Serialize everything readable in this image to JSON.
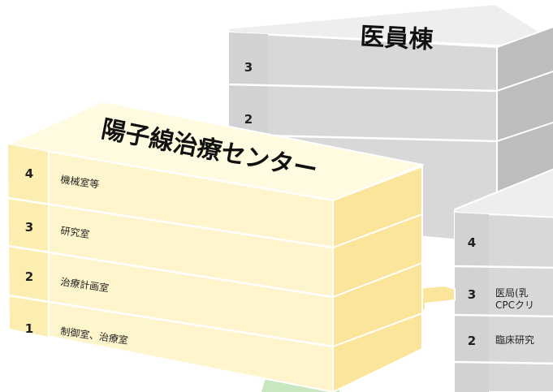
{
  "buildings": {
    "staff": {
      "name": "医員棟",
      "floors": [
        {
          "number": "3",
          "label": ""
        },
        {
          "number": "2",
          "label": ""
        }
      ]
    },
    "proton": {
      "name": "陽子線治療センター",
      "floors": [
        {
          "number": "4",
          "label": "機械室等"
        },
        {
          "number": "3",
          "label": "研究室"
        },
        {
          "number": "2",
          "label": "治療計画室"
        },
        {
          "number": "1",
          "label": "制御室、治療室"
        }
      ]
    },
    "right": {
      "floors": [
        {
          "number": "4",
          "label_lines": []
        },
        {
          "number": "3",
          "label_lines": [
            "医局(乳",
            "CPCクリ"
          ]
        },
        {
          "number": "2",
          "label_lines": [
            "臨床研究"
          ]
        }
      ]
    }
  },
  "colors": {
    "gray_top": "#eeeeee",
    "gray_front": "#d8d8d8",
    "gray_side": "#bdbdbd",
    "yellow_top": "#fffbe0",
    "yellow_front": "#fff5cc",
    "yellow_side": "#fbe59a",
    "yellow_num_col": "#fbeeb0",
    "green_accent": "#c8e6c0"
  }
}
